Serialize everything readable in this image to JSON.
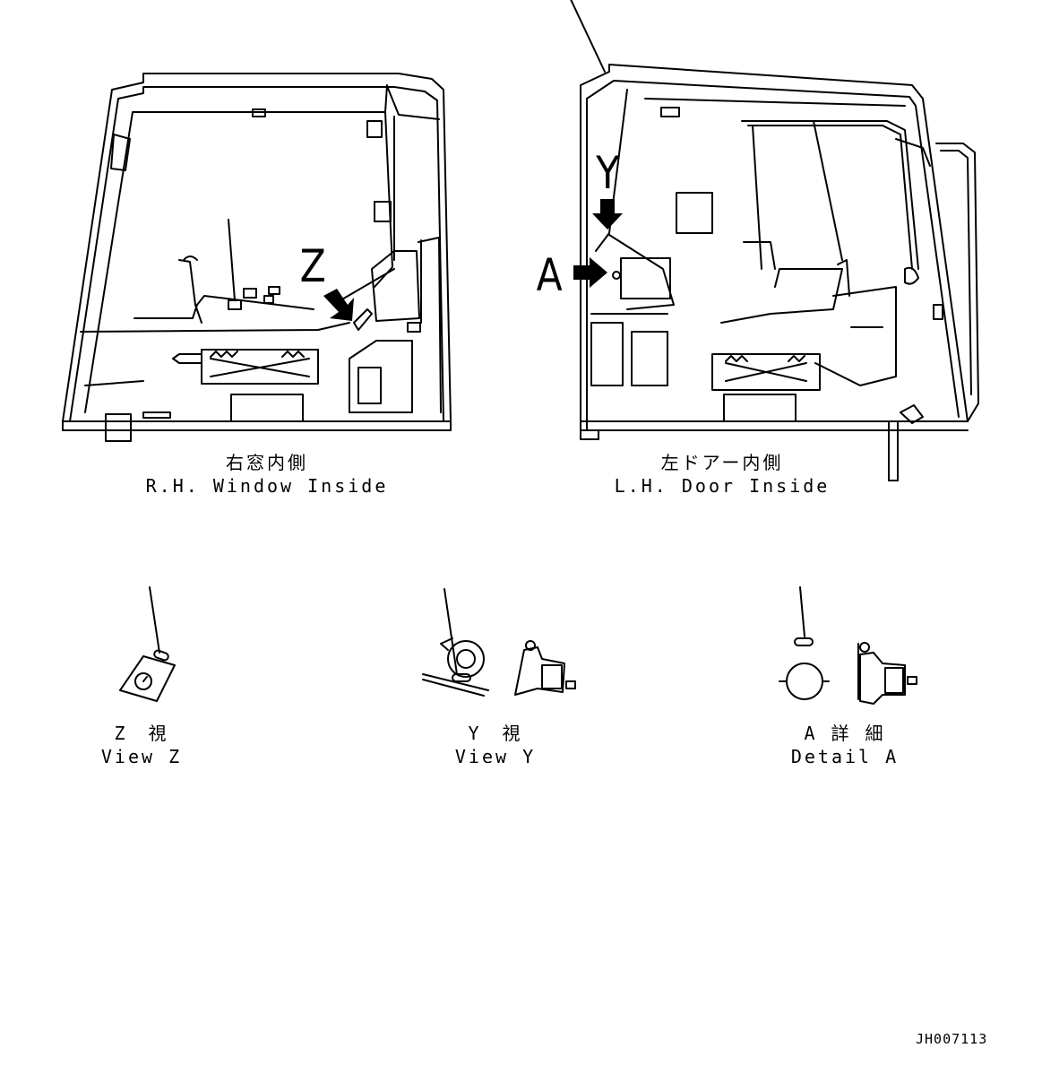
{
  "labels": {
    "z": "Z",
    "y": "Y",
    "a": "A"
  },
  "captions": {
    "rh_jp": "右窓内側",
    "rh_en": "R.H. Window Inside",
    "lh_jp": "左ドアー内側",
    "lh_en": "L.H. Door Inside",
    "view_z_jp": "Z　視",
    "view_z_en": "View Z",
    "view_y_jp": "Y　視",
    "view_y_en": "View Y",
    "detail_a_jp": "A 詳 細",
    "detail_a_en": "Detail A"
  },
  "drawing_code": "JH007113"
}
